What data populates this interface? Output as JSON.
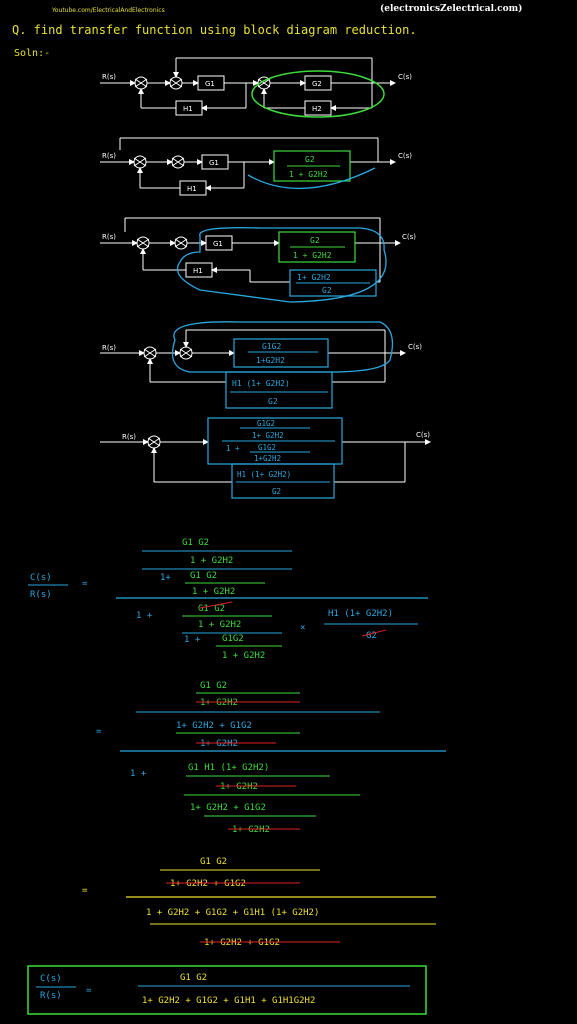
{
  "header": {
    "youtube": "Youtube.com/ElectricalAndElectronics",
    "site": "(electronicsZelectrical.com)"
  },
  "question": "Q. find transfer function using block diagram reduction.",
  "solution_label": "Soln:-",
  "colors": {
    "background": "#000000",
    "wire": "#ffffff",
    "handwriting_green": "#3ddc3d",
    "handwriting_cyan": "#2aa8e0",
    "handwriting_yellow": "#f0e030",
    "strike_red": "#e02020",
    "question_yellow": "#e8e030"
  },
  "diagram_labels": {
    "input": "R(s)",
    "output": "C(s)",
    "G1": "G1",
    "G2": "G2",
    "H1": "H1",
    "H2": "H2",
    "minus": "-",
    "plus": "+"
  },
  "step2": {
    "num": "G2",
    "den": "1 + G2H2"
  },
  "step3": {
    "block_num": "G2",
    "block_den": "1 + G2H2",
    "h_num": "1+ G2H2",
    "h_den": "G2"
  },
  "step4": {
    "fwd_num": "G1G2",
    "fwd_den": "1+G2H2",
    "fb": "H1 (1+ G2H2)",
    "fb_den": "G2"
  },
  "step5": {
    "num_num": "G1G2",
    "num_den": "1+ G2H2",
    "den_prefix": "1 +",
    "den_num": "G1G2",
    "den_den": "1+G2H2",
    "fb": "H1 (1+ G2H2)",
    "fb_den": "G2"
  },
  "derivation": {
    "lhs_num": "C(s)",
    "lhs_den": "R(s)",
    "eq": "=",
    "l1_a": "G1 G2",
    "l1_b": "1 + G2H2",
    "l1_c": "1+",
    "l1_d": "G1 G2",
    "l1_e": "1 + G2H2",
    "l2_a": "1 +",
    "l2_b": "G1 G2",
    "l2_c": "1 + G2H2",
    "l2_d": "1 +",
    "l2_e": "G1G2",
    "l2_f": "1 + G2H2",
    "l2_x": "×",
    "l2_g": "H1 (1+ G2H2)",
    "l2_h": "G2",
    "l3_a": "G1 G2",
    "l3_b": "1+ G2H2",
    "l3_c": "1+ G2H2 + G1G2",
    "l3_d": "1+ G2H2",
    "l4_a": "1 +",
    "l4_b": "G1  H1 (1+ G2H2)",
    "l4_c": "1+ G2H2",
    "l4_d": "1+ G2H2 + G1G2",
    "l4_e": "1+ G2H2",
    "l5_a": "G1 G2",
    "l5_b": "1+ G2H2 + G1G2",
    "l5_c": "1 + G2H2 + G1G2 + G1H1 (1+ G2H2)",
    "l5_d": "1+ G2H2 + G1G2",
    "final_lhs_num": "C(s)",
    "final_lhs_den": "R(s)",
    "final_num": "G1 G2",
    "final_den": "1+ G2H2 + G1G2 + G1H1 + G1H1G2H2"
  }
}
